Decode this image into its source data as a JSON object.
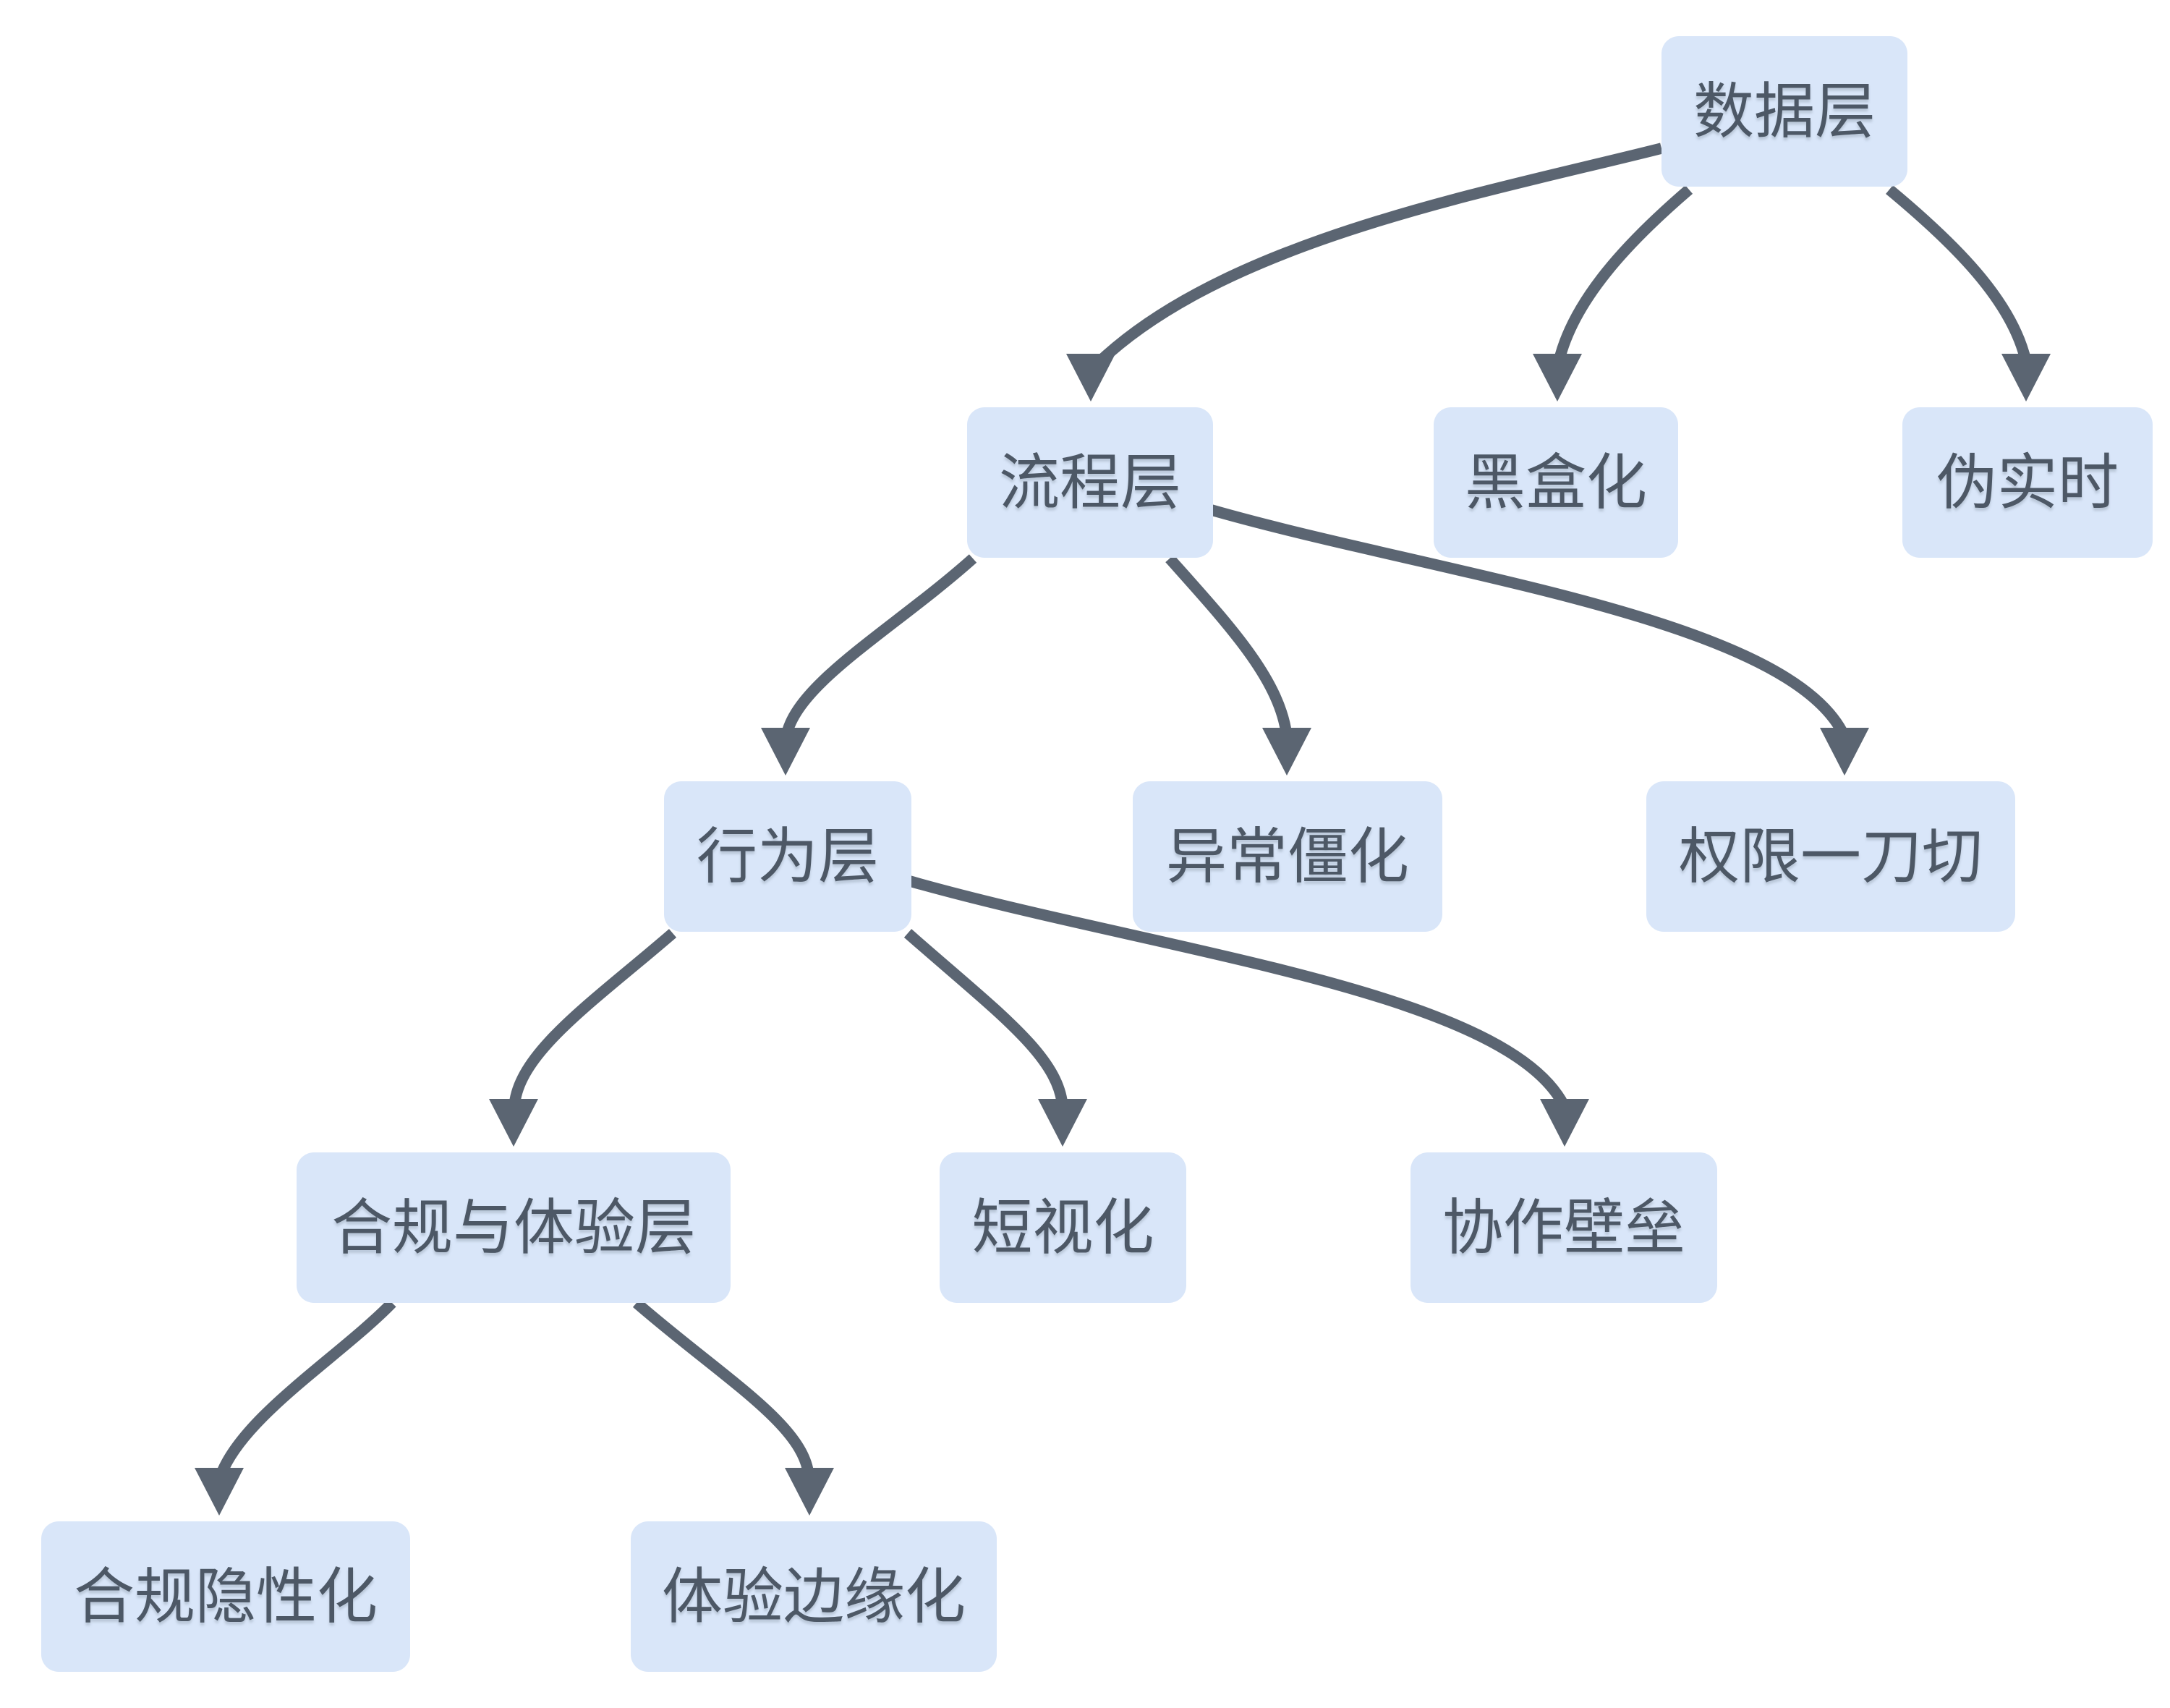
{
  "diagram": {
    "type": "tree",
    "nodes": [
      {
        "id": "data-layer",
        "label": "数据层"
      },
      {
        "id": "process-layer",
        "label": "流程层"
      },
      {
        "id": "black-boxing",
        "label": "黑盒化"
      },
      {
        "id": "pseudo-realtime",
        "label": "伪实时"
      },
      {
        "id": "behavior-layer",
        "label": "行为层"
      },
      {
        "id": "exception-rigidity",
        "label": "异常僵化"
      },
      {
        "id": "permission-one-size-fits-all",
        "label": "权限一刀切"
      },
      {
        "id": "compliance-experience-layer",
        "label": "合规与体验层"
      },
      {
        "id": "short-sightedness",
        "label": "短视化"
      },
      {
        "id": "collaboration-barriers",
        "label": "协作壁垒"
      },
      {
        "id": "compliance-invisibility",
        "label": "合规隐性化"
      },
      {
        "id": "experience-marginalization",
        "label": "体验边缘化"
      }
    ],
    "edges": [
      {
        "from": "data-layer",
        "to": "process-layer"
      },
      {
        "from": "data-layer",
        "to": "black-boxing"
      },
      {
        "from": "data-layer",
        "to": "pseudo-realtime"
      },
      {
        "from": "process-layer",
        "to": "behavior-layer"
      },
      {
        "from": "process-layer",
        "to": "exception-rigidity"
      },
      {
        "from": "process-layer",
        "to": "permission-one-size-fits-all"
      },
      {
        "from": "behavior-layer",
        "to": "compliance-experience-layer"
      },
      {
        "from": "behavior-layer",
        "to": "short-sightedness"
      },
      {
        "from": "behavior-layer",
        "to": "collaboration-barriers"
      },
      {
        "from": "compliance-experience-layer",
        "to": "compliance-invisibility"
      },
      {
        "from": "compliance-experience-layer",
        "to": "experience-marginalization"
      }
    ]
  },
  "colors": {
    "background": "#ffffff",
    "node_fill": "#d9e6f9",
    "node_text": "#4d5866",
    "edge": "#5b6572"
  }
}
